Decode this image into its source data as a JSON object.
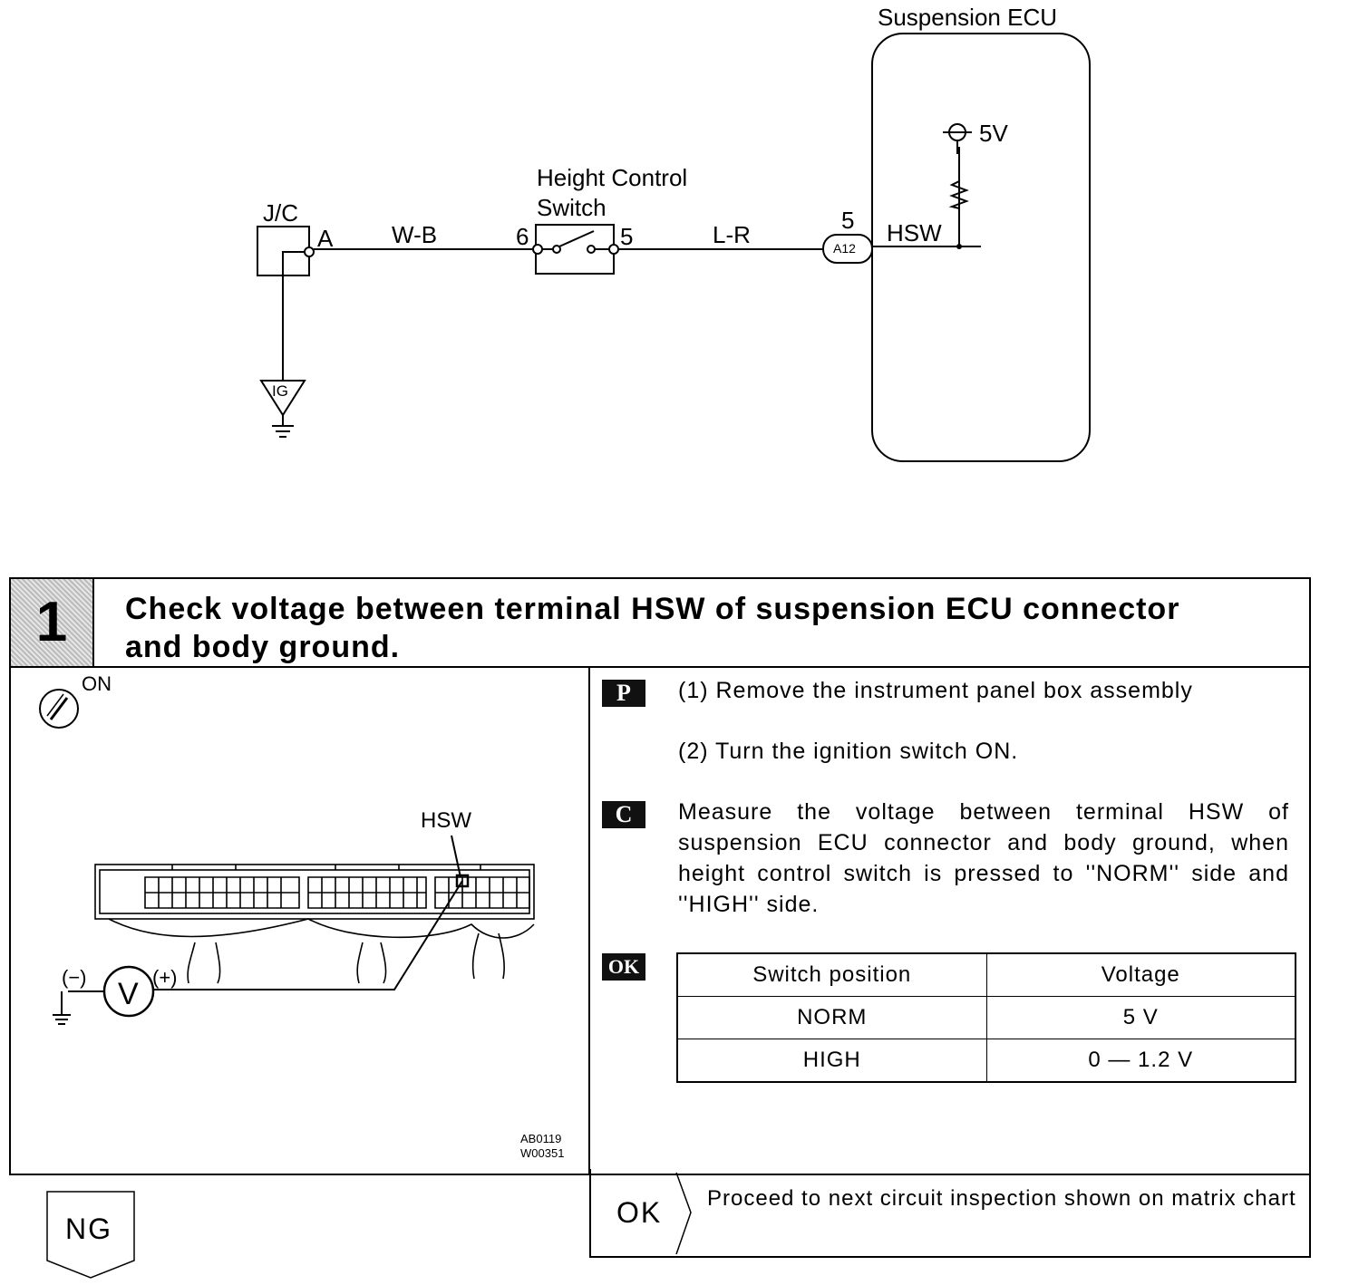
{
  "diagram": {
    "ecu_label": "Suspension ECU",
    "jc_label": "J/C",
    "jc_terminal": "A",
    "wire1": "W-B",
    "switch_label_line1": "Height Control",
    "switch_label_line2": "Switch",
    "switch_pin_left": "6",
    "switch_pin_right": "5",
    "wire2": "L-R",
    "connector_pin": "5",
    "connector_code": "A12",
    "signal_label": "HSW",
    "supply_label": "5V",
    "ground_label": "IG"
  },
  "step": {
    "number": "1",
    "title_line1": "Check voltage between terminal HSW of suspension ECU connector",
    "title_line2": "and body ground.",
    "ignition_label": "ON",
    "illustration": {
      "terminal_label": "HSW",
      "meter_minus": "(−)",
      "meter_plus": "(+)",
      "meter_symbol": "V",
      "ref_code1": "AB0119",
      "ref_code2": "W00351"
    },
    "tags": {
      "prep": "P",
      "check": "C",
      "ok": "OK"
    },
    "prep_1": "(1) Remove the instrument panel box assembly",
    "prep_2": "(2) Turn the ignition switch ON.",
    "check_text": "Measure the voltage between terminal HSW of suspension ECU connector and body ground, when height control switch is pressed to ''NORM'' side and ''HIGH'' side.",
    "table": {
      "headers": [
        "Switch position",
        "Voltage"
      ],
      "rows": [
        [
          "NORM",
          "5 V"
        ],
        [
          "HIGH",
          "0 — 1.2 V"
        ]
      ]
    },
    "ok_label": "OK",
    "ok_text": "Proceed to next circuit inspection shown on matrix chart",
    "ng_label": "NG"
  }
}
